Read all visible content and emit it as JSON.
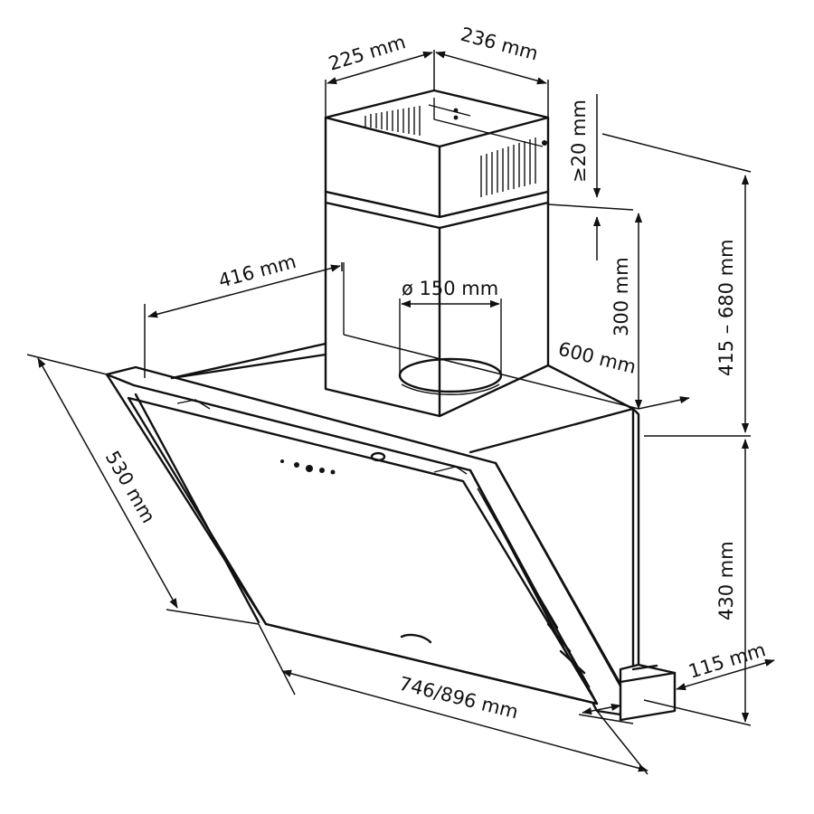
{
  "diagram": {
    "dimensions": {
      "chimney_width": "225 mm",
      "chimney_depth": "236 mm",
      "top_clearance": "≥20 mm",
      "height_range": "415 – 680 mm",
      "chimney_lower": "300 mm",
      "offset_depth": "416 mm",
      "duct_diameter": "ø 150 mm",
      "hood_depth": "600 mm",
      "glass_panel": "530 mm",
      "hood_height": "430 mm",
      "base_depth": "115 mm",
      "hood_width": "746/896 mm"
    }
  }
}
